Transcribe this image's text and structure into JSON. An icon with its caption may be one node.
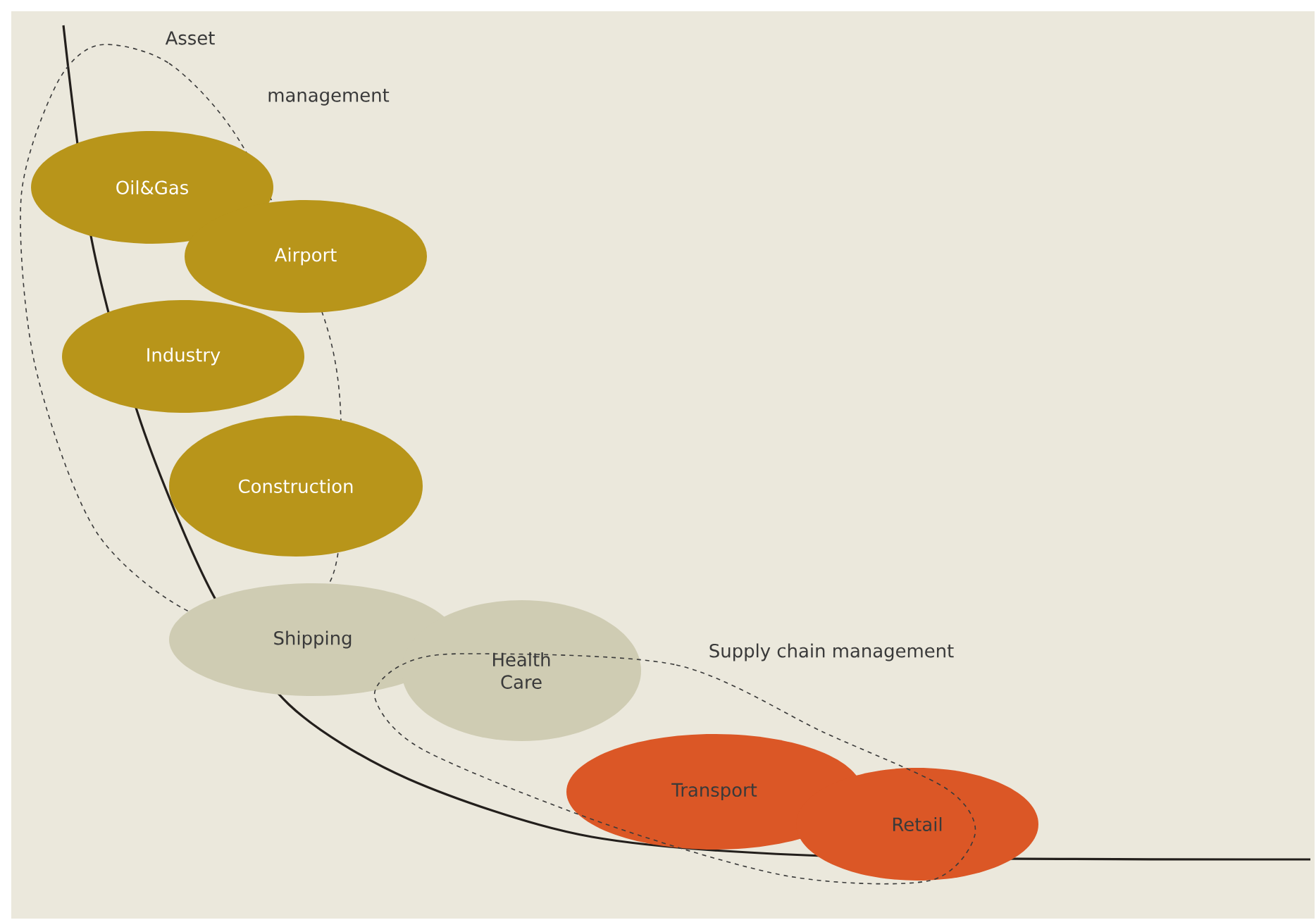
{
  "diagram": {
    "nodes": [
      {
        "text": [
          "Oil&Gas"
        ]
      },
      {
        "text": [
          "Airport"
        ]
      },
      {
        "text": [
          "Industry"
        ]
      },
      {
        "text": [
          "Construction"
        ]
      },
      {
        "text": [
          "Shipping"
        ]
      },
      {
        "text": [
          "Health Care"
        ]
      },
      {
        "text": [
          "Transport"
        ]
      },
      {
        "text": [
          "Retail"
        ]
      }
    ],
    "labels": [
      "Asset",
      "management",
      "Supply chain management"
    ]
  }
}
